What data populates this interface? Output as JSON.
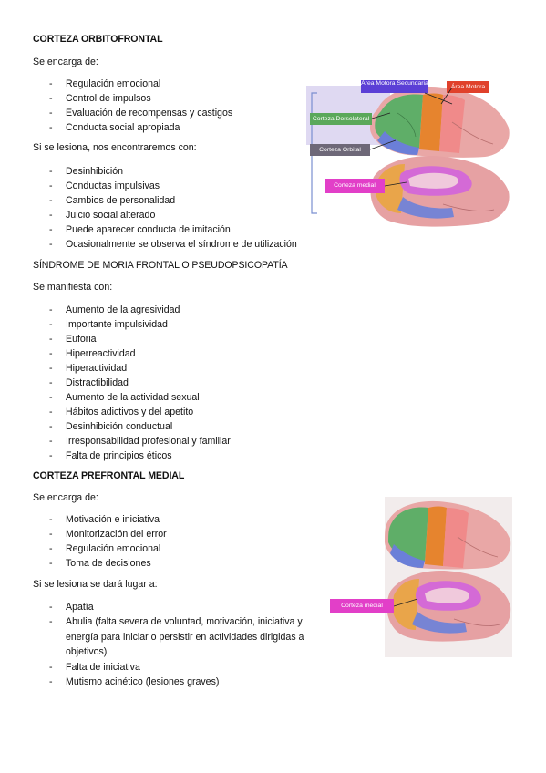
{
  "section1": {
    "title": "CORTEZA ORBITOFRONTAL",
    "intro": "Se encarga de:",
    "items": [
      "Regulación emocional",
      "Control de impulsos",
      "Evaluación de recompensas y castigos",
      "Conducta social apropiada"
    ],
    "lesion_intro": "Si se lesiona, nos encontraremos con:",
    "lesion_items": [
      "Desinhibición",
      "Conductas impulsivas",
      "Cambios de personalidad",
      "Juicio social alterado",
      "Puede aparecer conducta de imitación",
      "Ocasionalmente se observa el síndrome de utilización"
    ]
  },
  "section2": {
    "title": "SÍNDROME DE MORIA FRONTAL O PSEUDOPSICOPATÍA",
    "intro": "Se manifiesta con:",
    "items": [
      "Aumento de la agresividad",
      "Importante impulsividad",
      "Euforia",
      "Hiperreactividad",
      "Hiperactividad",
      "Distractibilidad",
      "Aumento de la actividad sexual",
      "Hábitos adictivos y del apetito",
      "Desinhibición conductual",
      "Irresponsabilidad profesional y familiar",
      "Falta de principios éticos"
    ]
  },
  "section3": {
    "title": "CORTEZA PREFRONTAL MEDIAL",
    "intro": "Se encarga de:",
    "items": [
      "Motivación e iniciativa",
      "Monitorización del error",
      "Regulación emocional",
      "Toma de decisiones"
    ],
    "lesion_intro": "Si se lesiona se dará lugar a:",
    "lesion_items": [
      "Apatía",
      "Abulia (falta severa de voluntad, motivación, iniciativa y energía para iniciar o persistir en actividades dirigidas a objetivos)",
      "Falta de iniciativa",
      "Mutismo acinético (lesiones graves)"
    ]
  },
  "dash": "-",
  "figure1": {
    "labels": {
      "area_motora_secundaria": "Área Motora Secundaria",
      "area_motora": "Área Motora",
      "corteza_dorsolateral": "Corteza Dorsolateral",
      "corteza_orbital": "Corteza Orbital",
      "corteza_medial": "Corteza medial"
    },
    "colors": {
      "purple": "#5b3fd6",
      "red": "#e0412b",
      "green": "#5aa85a",
      "gray": "#6e6878",
      "pink": "#e23fc8"
    }
  },
  "figure2": {
    "labels": {
      "corteza_medial": "Corteza medial"
    },
    "colors": {
      "pink": "#e23fc8"
    }
  }
}
